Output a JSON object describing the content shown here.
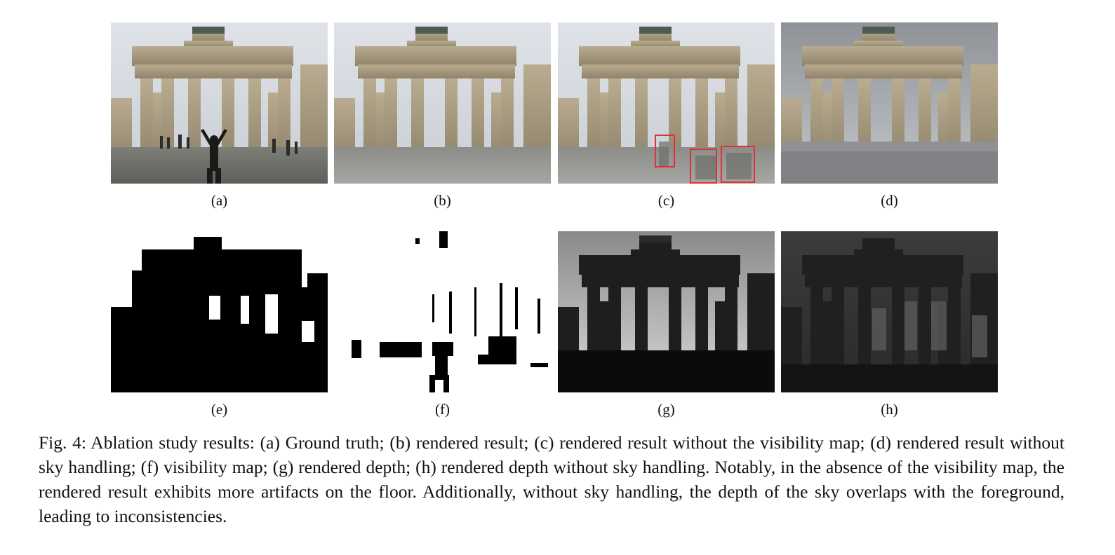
{
  "figure": {
    "panels": [
      {
        "id": "a",
        "label": "(a)",
        "kind": "photo",
        "highlight_color": ""
      },
      {
        "id": "b",
        "label": "(b)",
        "kind": "render",
        "highlight_color": ""
      },
      {
        "id": "c",
        "label": "(c)",
        "kind": "render-artifacts",
        "highlight_color": "#e0303a"
      },
      {
        "id": "d",
        "label": "(d)",
        "kind": "render-nosky",
        "highlight_color": ""
      },
      {
        "id": "e",
        "label": "(e)",
        "kind": "sky-mask",
        "highlight_color": ""
      },
      {
        "id": "f",
        "label": "(f)",
        "kind": "visibility-map",
        "highlight_color": ""
      },
      {
        "id": "g",
        "label": "(g)",
        "kind": "depth",
        "highlight_color": ""
      },
      {
        "id": "h",
        "label": "(h)",
        "kind": "depth-nosky",
        "highlight_color": ""
      }
    ],
    "caption": "Fig. 4: Ablation study results: (a) Ground truth; (b) rendered result; (c) rendered result without the visibility map; (d) rendered result without sky handling; (f) visibility map; (g) rendered depth; (h) rendered depth without sky handling. Notably, in the absence of the visibility map, the rendered result exhibits more artifacts on the floor. Additionally, without sky handling, the depth of the sky overlaps with the foreground, leading to inconsistencies."
  }
}
